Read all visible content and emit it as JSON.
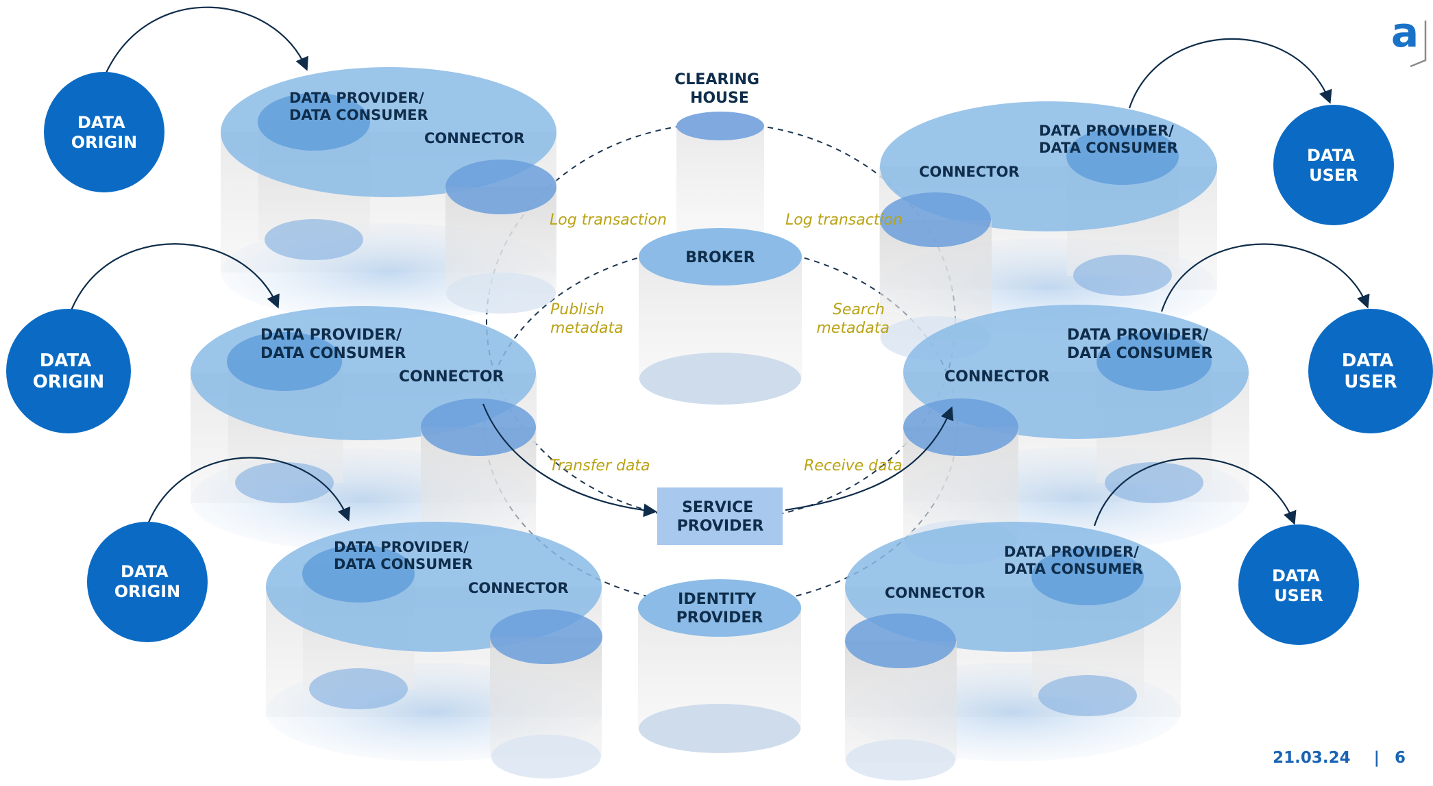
{
  "logo": {
    "letter": "a"
  },
  "colors": {
    "node_blue": "#0b6bc4",
    "disk_blue": "#5a9ad8",
    "service_box": "#a9c8ee",
    "annotation": "#b9a315",
    "text_dark": "#0f2d4a",
    "footer": "#1a64b4"
  },
  "central": {
    "clearing_house": [
      "CLEARING",
      "HOUSE"
    ],
    "broker": [
      "BROKER"
    ],
    "service_provider": [
      "SERVICE",
      "PROVIDER"
    ],
    "identity_provider": [
      "IDENTITY",
      "PROVIDER"
    ]
  },
  "annotations": {
    "log_left": "Log transaction",
    "log_right": "Log transaction",
    "publish": [
      "Publish",
      "metadata"
    ],
    "search": [
      "Search",
      "metadata"
    ],
    "transfer": "Transfer data",
    "receive": "Receive data"
  },
  "participants": [
    {
      "side": "left",
      "origin": [
        "DATA",
        "ORIGIN"
      ],
      "provider": [
        "DATA PROVIDER/",
        "DATA CONSUMER"
      ],
      "connector": "CONNECTOR"
    },
    {
      "side": "left",
      "origin": [
        "DATA",
        "ORIGIN"
      ],
      "provider": [
        "DATA PROVIDER/",
        "DATA CONSUMER"
      ],
      "connector": "CONNECTOR"
    },
    {
      "side": "left",
      "origin": [
        "DATA",
        "ORIGIN"
      ],
      "provider": [
        "DATA PROVIDER/",
        "DATA CONSUMER"
      ],
      "connector": "CONNECTOR"
    },
    {
      "side": "right",
      "user": [
        "DATA",
        "USER"
      ],
      "provider": [
        "DATA PROVIDER/",
        "DATA CONSUMER"
      ],
      "connector": "CONNECTOR"
    },
    {
      "side": "right",
      "user": [
        "DATA",
        "USER"
      ],
      "provider": [
        "DATA PROVIDER/",
        "DATA CONSUMER"
      ],
      "connector": "CONNECTOR"
    },
    {
      "side": "right",
      "user": [
        "DATA",
        "USER"
      ],
      "provider": [
        "DATA PROVIDER/",
        "DATA CONSUMER"
      ],
      "connector": "CONNECTOR"
    }
  ],
  "footer": {
    "date": "21.03.24",
    "separator": "|",
    "page": "6"
  }
}
